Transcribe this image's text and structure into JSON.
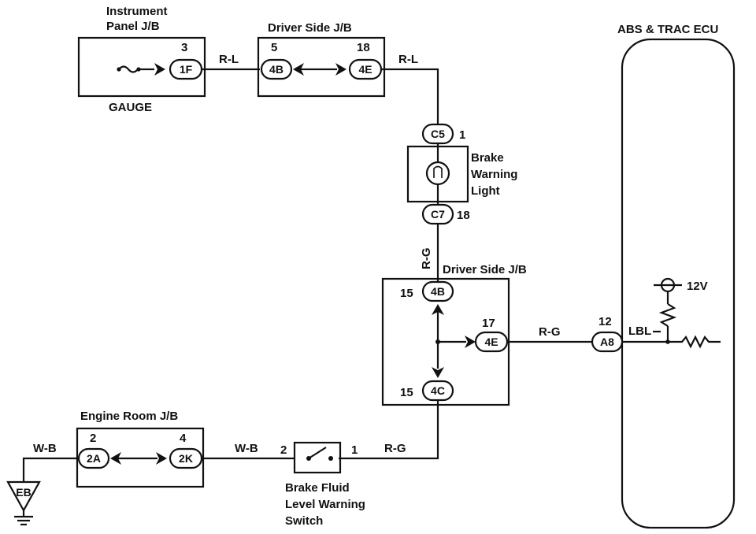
{
  "ecu": {
    "title": "ABS & TRAC ECU",
    "pin": "12",
    "connector": "A8",
    "signal": "LBL",
    "supply": "12V"
  },
  "instrument_jb": {
    "title_line1": "Instrument",
    "title_line2": "Panel J/B",
    "pin": "3",
    "connector": "1F",
    "sub_label": "GAUGE"
  },
  "driver_jb_top": {
    "title": "Driver Side J/B",
    "pin_left": "5",
    "conn_left": "4B",
    "pin_right": "18",
    "conn_right": "4E"
  },
  "brake_light": {
    "conn_top": "C5",
    "pin_top": "1",
    "conn_bottom": "C7",
    "pin_bottom": "18",
    "label_line1": "Brake",
    "label_line2": "Warning",
    "label_line3": "Light"
  },
  "driver_jb_mid": {
    "title": "Driver Side J/B",
    "pin_top": "15",
    "conn_top": "4B",
    "pin_right": "17",
    "conn_right": "4E",
    "pin_bottom": "15",
    "conn_bottom": "4C"
  },
  "engine_jb": {
    "title": "Engine Room J/B",
    "pin_left": "2",
    "conn_left": "2A",
    "pin_right": "4",
    "conn_right": "2K"
  },
  "switch": {
    "pin_left": "2",
    "pin_right": "1",
    "label_line1": "Brake Fluid",
    "label_line2": "Level Warning",
    "label_line3": "Switch"
  },
  "ground": {
    "label": "EB"
  },
  "wires": {
    "rl_1": "R-L",
    "rl_2": "R-L",
    "rg_vertical": "R-G",
    "rg_ecu": "R-G",
    "wb_left": "W-B",
    "wb_mid": "W-B",
    "rg_switch": "R-G"
  }
}
